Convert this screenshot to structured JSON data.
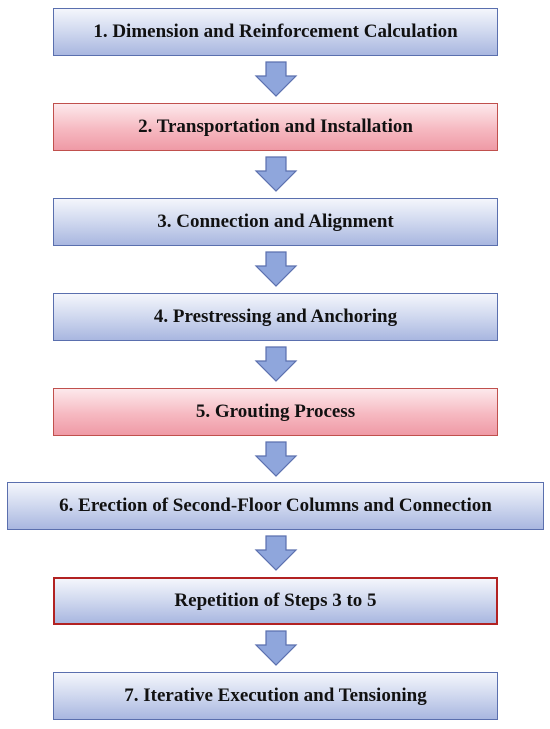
{
  "diagram": {
    "steps": [
      {
        "label": "1. Dimension and Reinforcement Calculation",
        "style": "blue"
      },
      {
        "label": "2. Transportation and Installation",
        "style": "red"
      },
      {
        "label": "3. Connection and Alignment",
        "style": "blue"
      },
      {
        "label": "4. Prestressing and Anchoring",
        "style": "blue"
      },
      {
        "label": "5. Grouting Process",
        "style": "red"
      },
      {
        "label": "6. Erection of Second-Floor Columns and Connection",
        "style": "blue"
      },
      {
        "label": "Repetition of Steps 3 to 5",
        "style": "blue-redborder"
      },
      {
        "label": "7. Iterative Execution and Tensioning",
        "style": "blue"
      }
    ],
    "colors": {
      "box_blue": "#c9d3ee",
      "box_blue_border": "#5a6fae",
      "box_red": "#f6b9c1",
      "box_red_border": "#c0504d",
      "repeat_border": "#b22222",
      "arrow_fill": "#8fa6dc",
      "arrow_stroke": "#5a6fae"
    },
    "icons": {
      "connector": "down-arrow-icon"
    }
  }
}
